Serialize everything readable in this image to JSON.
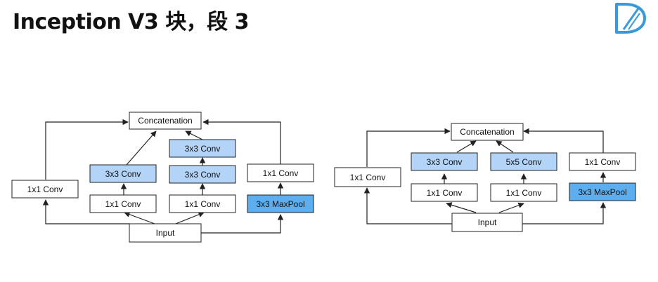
{
  "title": "Inception V3 块，段 3",
  "colors": {
    "white_box": "#ffffff",
    "light_blue": "#b3d4f7",
    "mid_blue": "#5caeee",
    "logo_blue": "#3a9ad9",
    "line": "#222222"
  },
  "icons": {
    "logo": "d2l-logo-icon",
    "arrows": "arrowhead-icon"
  },
  "diagram_left": {
    "nodes": {
      "concat": {
        "label": "Concatenation",
        "fill": "white_box"
      },
      "conv1x1_outer": {
        "label": "1x1 Conv",
        "fill": "white_box"
      },
      "conv3x3_a": {
        "label": "3x3 Conv",
        "fill": "light_blue"
      },
      "conv1x1_a": {
        "label": "1x1 Conv",
        "fill": "white_box"
      },
      "conv3x3_b_top": {
        "label": "3x3 Conv",
        "fill": "light_blue"
      },
      "conv3x3_b_mid": {
        "label": "3x3 Conv",
        "fill": "light_blue"
      },
      "conv1x1_b": {
        "label": "1x1 Conv",
        "fill": "white_box"
      },
      "conv1x1_pool": {
        "label": "1x1 Conv",
        "fill": "white_box"
      },
      "maxpool": {
        "label": "3x3 MaxPool",
        "fill": "mid_blue"
      },
      "input": {
        "label": "Input",
        "fill": "white_box"
      }
    }
  },
  "diagram_right": {
    "nodes": {
      "concat": {
        "label": "Concatenation",
        "fill": "white_box"
      },
      "conv1x1_outer": {
        "label": "1x1 Conv",
        "fill": "white_box"
      },
      "conv3x3": {
        "label": "3x3 Conv",
        "fill": "light_blue"
      },
      "conv1x1_a": {
        "label": "1x1 Conv",
        "fill": "white_box"
      },
      "conv5x5": {
        "label": "5x5 Conv",
        "fill": "light_blue"
      },
      "conv1x1_b": {
        "label": "1x1 Conv",
        "fill": "white_box"
      },
      "conv1x1_pool": {
        "label": "1x1 Conv",
        "fill": "white_box"
      },
      "maxpool": {
        "label": "3x3 MaxPool",
        "fill": "mid_blue"
      },
      "input": {
        "label": "Input",
        "fill": "white_box"
      }
    }
  }
}
